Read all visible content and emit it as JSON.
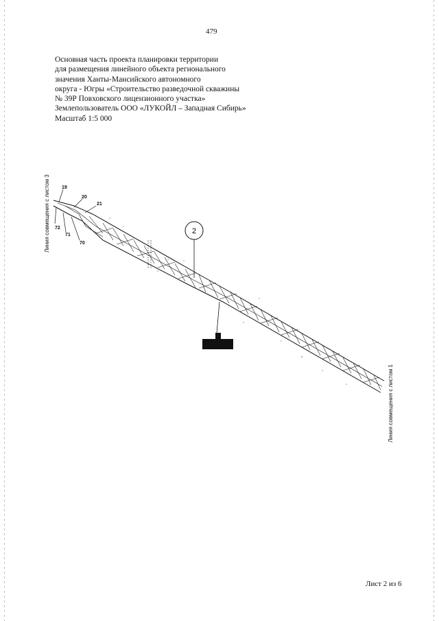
{
  "page_number": "479",
  "header": {
    "lines": [
      "Основная часть проекта планировки территории",
      "для размещения линейного объекта регионального",
      "значения Ханты-Мансийского автономного",
      "округа - Югры «Строительство разведочной скважины",
      "№ 39Р Повховского лицензионного участка»",
      "Землепользователь ООО «ЛУКОЙЛ – Западная Сибирь»",
      "Масштаб 1:5 000"
    ]
  },
  "map": {
    "left_match_line": "Линия совмещения с листом 3",
    "right_match_line": "Линия совмещения с листом 1",
    "callout_number": "2",
    "points": [
      "19",
      "20",
      "21",
      "72",
      "71",
      "70"
    ],
    "corridor_color": "#111111",
    "redacted_label_color": "#111111"
  },
  "footer": {
    "sheet": "Лист 2 из 6"
  }
}
